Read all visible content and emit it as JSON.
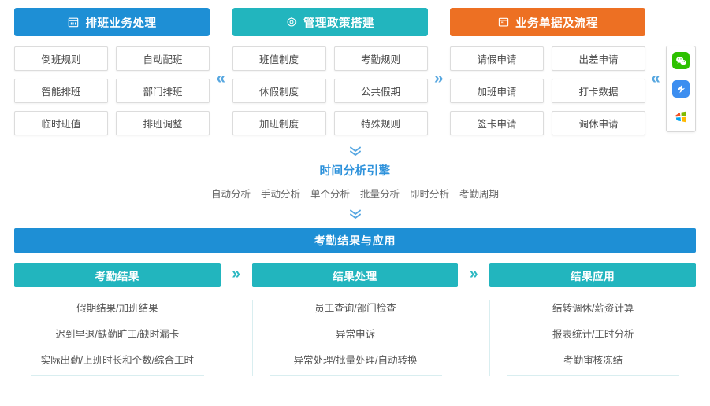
{
  "top": {
    "columns": [
      {
        "id": "scheduling",
        "title": "排班业务处理",
        "icon": "calendar-icon",
        "color": "#1E8FD5",
        "tiles": [
          "倒班规则",
          "自动配班",
          "智能排班",
          "部门排班",
          "临时班值",
          "排班调整"
        ]
      },
      {
        "id": "policy",
        "title": "管理政策搭建",
        "icon": "settings-gear-icon",
        "color": "#22B5BE",
        "tiles": [
          "班值制度",
          "考勤规则",
          "休假制度",
          "公共假期",
          "加班制度",
          "特殊规则"
        ]
      },
      {
        "id": "documents",
        "title": "业务单据及流程",
        "icon": "document-flow-icon",
        "color": "#ED7023",
        "tiles": [
          "请假申请",
          "出差申请",
          "加班申请",
          "打卡数据",
          "签卡申请",
          "调休申请"
        ]
      }
    ],
    "separators": [
      {
        "name": "separator-1",
        "glyph": "«",
        "direction": "left"
      },
      {
        "name": "separator-2",
        "glyph": "»",
        "direction": "right"
      },
      {
        "name": "separator-3",
        "glyph": "«",
        "direction": "left"
      }
    ],
    "app_strip": [
      {
        "name": "wechat-icon",
        "label": "微信",
        "color": "#2DC100"
      },
      {
        "name": "dingtalk-icon",
        "label": "钉钉",
        "color": "#3C8EF0"
      },
      {
        "name": "windows-icon",
        "label": "Windows",
        "color": "#F25022"
      }
    ]
  },
  "engine": {
    "title": "时间分析引擎",
    "tags": [
      "自动分析",
      "手动分析",
      "单个分析",
      "批量分析",
      "即时分析",
      "考勤周期"
    ],
    "chevron_color": "#59A8E2"
  },
  "bottom": {
    "banner": "考勤结果与应用",
    "banner_color": "#1E8FD5",
    "separator_glyph": "»",
    "separator_color": "#2CB8C2",
    "columns": [
      {
        "id": "results",
        "title": "考勤结果",
        "lines": [
          "假期结果/加班结果",
          "迟到早退/缺勤旷工/缺时漏卡",
          "实际出勤/上班时长和个数/综合工时"
        ]
      },
      {
        "id": "processing",
        "title": "结果处理",
        "lines": [
          "员工查询/部门检查",
          "异常申诉",
          "异常处理/批量处理/自动转换"
        ]
      },
      {
        "id": "application",
        "title": "结果应用",
        "lines": [
          "结转调休/薪资计算",
          "报表统计/工时分析",
          "考勤审核冻结"
        ]
      }
    ]
  }
}
